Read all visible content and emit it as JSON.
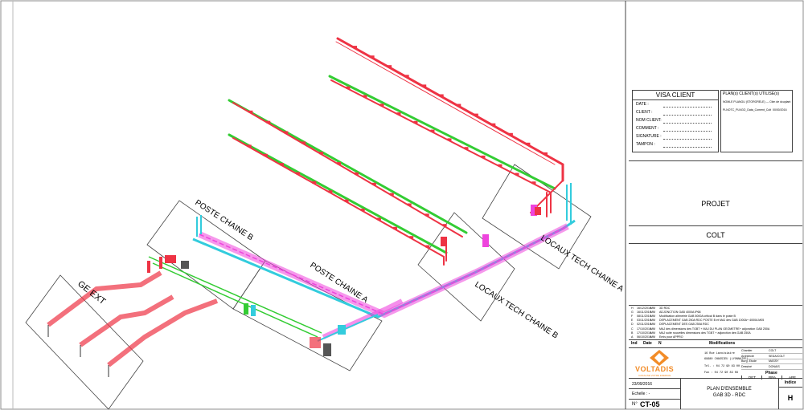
{
  "zone_labels": {
    "ge_ext": "GE EXT",
    "poste_b": "POSTE CHAINE B",
    "poste_a": "POSTE CHAINE A",
    "locaux_b": "LOCAUX TECH CHAINE B",
    "locaux_a": "LOCAUX TECH CHAINE A"
  },
  "visa": {
    "title": "VISA CLIENT",
    "fields": [
      "DATE :",
      "CLIENT :",
      "NOM CLIENT:",
      "COMMENT :",
      "SIGNATURE :",
      "TAMPON :"
    ]
  },
  "plans": {
    "title": "PLAN(s) CLIENT(s) UTILISE(s)",
    "row1": "NOMLE PLANGU (STORORELE) --- Ctim de dcuplant",
    "row2_left": "PLNOTC_PLNGO_Data_Coment_Colt",
    "row2_right": "00/00/2016"
  },
  "projet": {
    "label": "PROJET",
    "client": "COLT"
  },
  "revisions": [
    {
      "ind": "H",
      "date": "16/12/2016",
      "n": "MM",
      "text": "3D RDC"
    },
    {
      "ind": "G",
      "date": "16/11/2016",
      "n": "MM",
      "text": "ADJONCTION GAB 4000A IP68"
    },
    {
      "ind": "F",
      "date": "08/11/2016",
      "n": "MM",
      "text": "Modification altimétrie GAB 5000A critical B dans le poste B"
    },
    {
      "ind": "E",
      "date": "03/11/2016",
      "n": "MM",
      "text": "DEPLACEMENT GAB 250A RDC POSTE B et MAJ des GAB 1000A+ 4000A M05"
    },
    {
      "ind": "D",
      "date": "02/11/2016",
      "n": "MM",
      "text": "DEPLACEMENT DES GAB 250A RDC"
    },
    {
      "ind": "C",
      "date": "17/10/2016",
      "n": "MM",
      "text": "MAJ des dimensions des TGBT + MAJ DU PLAN GEOMETRE+ adjonction GAB 250A"
    },
    {
      "ind": "B",
      "date": "17/10/2016",
      "n": "MM",
      "text": "MAJ suite nouvelles dimensions des TGBT + adjonction des GAB 250A"
    },
    {
      "ind": "A",
      "date": "06/10/2016",
      "n": "MM",
      "text": "Emis pour APPRO"
    }
  ],
  "rev_header": {
    "ind": "Ind",
    "date": "Date",
    "n": "N",
    "mod": "Modifications"
  },
  "company": {
    "name": "VOLTADIS",
    "tagline": "CANALISE VOTRE ENERGIE",
    "address1": "16 Rue Lavoisiaire",
    "address2": "69680 CHASSIEU (LYONNAISE)",
    "tel": "Tél. : 04 72 90 83 00",
    "fax": "Fax : 04 72 90 83 08"
  },
  "roles": [
    {
      "label": "Chantier",
      "value": "COLT"
    },
    {
      "label": "Architecte",
      "value": "SEDA/COLT"
    },
    {
      "label": "Burg. Etude",
      "value": "MASSY"
    },
    {
      "label": "Dessiné",
      "value": "DONAIS"
    }
  ],
  "phase": {
    "label": "Phase",
    "cols": [
      "DET",
      "RPA",
      "APE"
    ]
  },
  "bottom": {
    "date": "23/09/2016",
    "echelle": "Echelle : -",
    "no_label": "N°",
    "number": "CT-05",
    "plan_title_1": "PLAN D'ENSEMBLE",
    "plan_title_2": "GAB 3D - RDC",
    "indice_label": "Indice",
    "indice_value": "H"
  },
  "colors": {
    "red": "#ee3344",
    "green": "#33cc33",
    "magenta": "#ee44dd",
    "cyan": "#33ccdd",
    "dark": "#333333",
    "logo_orange": "#f28c28"
  }
}
